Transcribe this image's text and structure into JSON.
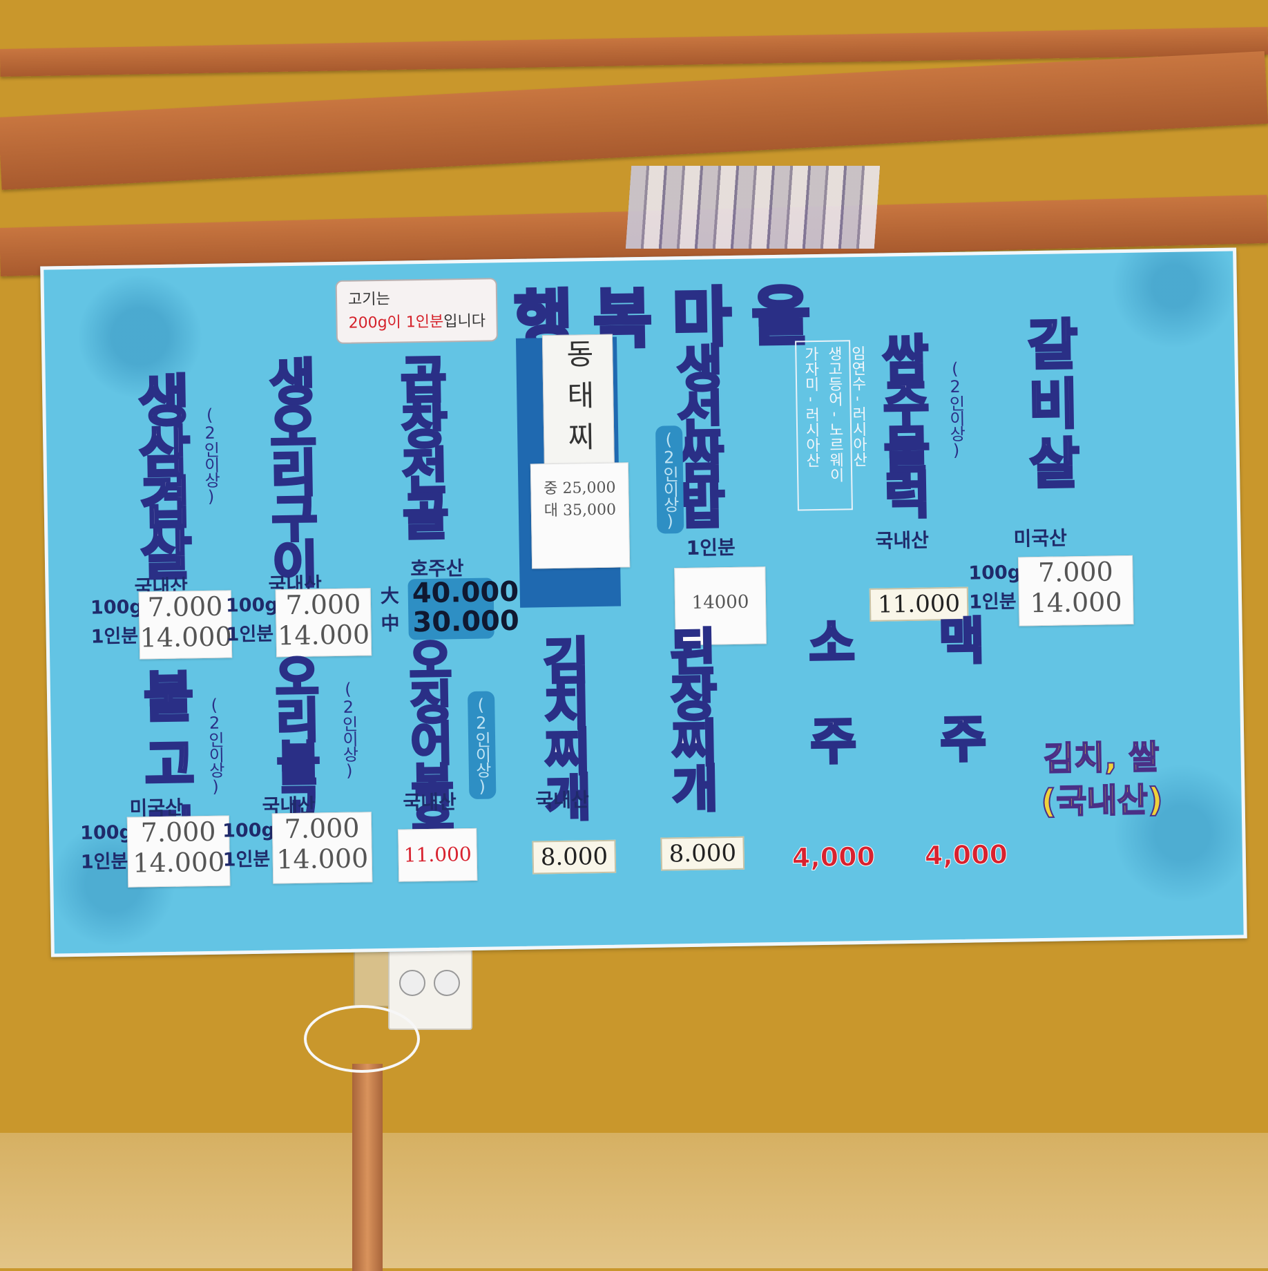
{
  "sign": {
    "title": "행복마을",
    "note_line1": "고기는",
    "note_line2_red": "200g이 1인분",
    "note_line2_rest": "입니다"
  },
  "top_row": [
    {
      "name": "생삼겹살",
      "note": "(2인이상)",
      "origin": "국내산",
      "label_100g": "100g",
      "label_1p": "1인분",
      "price_100g": "7.000",
      "price_1p": "14.000"
    },
    {
      "name": "생오리구이",
      "origin": "국내산",
      "label_100g": "100g",
      "label_1p": "1인분",
      "price_100g": "7.000",
      "price_1p": "14.000"
    },
    {
      "name": "곱창전골",
      "origin": "호주산",
      "size_big": "大",
      "size_mid": "中",
      "price_big": "40.000",
      "price_mid": "30.000"
    },
    {
      "name": "동태찌개",
      "price_mid_label": "중",
      "price_mid": "25,000",
      "price_big_label": "대",
      "price_big": "35,000"
    },
    {
      "name": "생선쌈밥",
      "note": "(2인이상)",
      "unit": "1인분",
      "price": "14000"
    },
    {
      "origin_strip_1": "임연수 - 러시아산",
      "origin_strip_2": "생고등어 - 노르웨이",
      "origin_strip_3": "가자미 - 러시아산"
    },
    {
      "name": "쌈주물럭",
      "note": "(2인이상)",
      "origin": "국내산",
      "price": "11.000"
    },
    {
      "name": "갈비살",
      "origin": "미국산",
      "label_100g": "100g",
      "label_1p": "1인분",
      "price_100g": "7.000",
      "price_1p": "14.000"
    }
  ],
  "bottom_row": [
    {
      "name": "불고기",
      "note": "(2인이상)",
      "origin": "미국산",
      "label_100g": "100g",
      "label_1p": "1인분",
      "price_100g": "7.000",
      "price_1p": "14.000"
    },
    {
      "name": "오리불고기",
      "note": "(2인이상)",
      "origin": "국내산",
      "label_100g": "100g",
      "label_1p": "1인분",
      "price_100g": "7.000",
      "price_1p": "14.000"
    },
    {
      "name": "오징어볶음",
      "note": "(2인이상)",
      "origin": "국내산",
      "price": "11.000"
    },
    {
      "name": "김치찌개",
      "origin": "국내산",
      "price": "8.000"
    },
    {
      "name": "된장찌개",
      "price": "8.000"
    },
    {
      "name": "소주",
      "price": "4,000"
    },
    {
      "name": "맥주",
      "price": "4,000"
    }
  ],
  "footnote": {
    "line1": "김치, 쌀",
    "line2": "(국내산)"
  },
  "colors": {
    "board": "#63c4e4",
    "wall": "#c9972c",
    "title_stroke": "#2a2f86",
    "price_red": "#d8222f",
    "footnote_yellow": "#f0d23a"
  }
}
